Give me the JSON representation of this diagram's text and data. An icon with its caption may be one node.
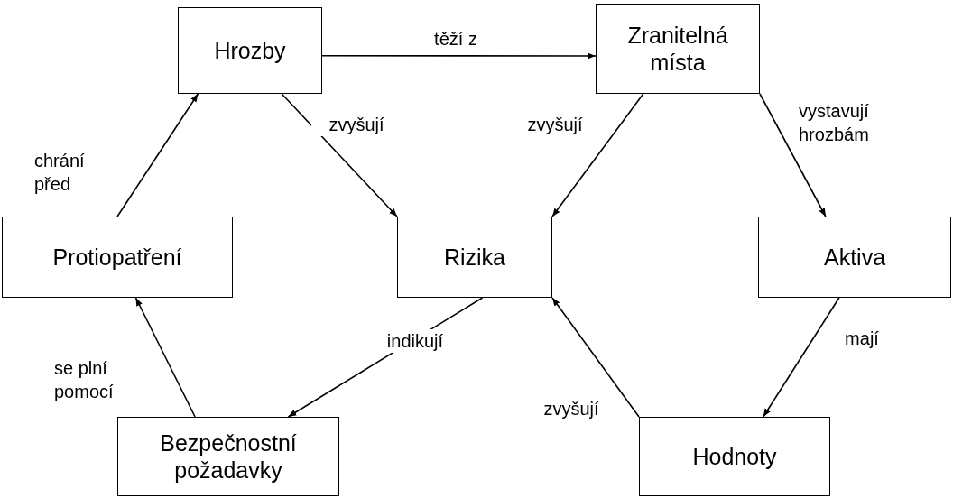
{
  "diagram": {
    "nodes": [
      {
        "text": [
          "Hrozby"
        ]
      },
      {
        "text": [
          "Zranitelná místa"
        ]
      },
      {
        "text": [
          "Protiopatření"
        ]
      },
      {
        "text": [
          "Rizika"
        ]
      },
      {
        "text": [
          "Aktiva"
        ]
      },
      {
        "text": [
          "Bezpečnostní požadavky"
        ]
      },
      {
        "text": [
          "Hodnoty"
        ]
      }
    ],
    "edges": [
      {
        "from": 0,
        "to": 1,
        "arrow": "to",
        "label": "těží z"
      },
      {
        "from": 0,
        "to": 3,
        "arrow": "to",
        "label": "zvyšují"
      },
      {
        "from": 1,
        "to": 3,
        "arrow": "to",
        "label": "zvyšují"
      },
      {
        "from": 1,
        "to": 4,
        "arrow": "to",
        "label": "vystavují hrozbám"
      },
      {
        "from": 2,
        "to": 0,
        "arrow": "to",
        "label": "chrání před"
      },
      {
        "from": 3,
        "to": 5,
        "arrow": "to",
        "label": "indikují"
      },
      {
        "from": 5,
        "to": 2,
        "arrow": "to",
        "label": "se plní pomocí"
      },
      {
        "from": 4,
        "to": 6,
        "arrow": "to",
        "label": "mají"
      },
      {
        "from": 6,
        "to": 3,
        "arrow": "to",
        "label": "zvyšují"
      }
    ]
  }
}
